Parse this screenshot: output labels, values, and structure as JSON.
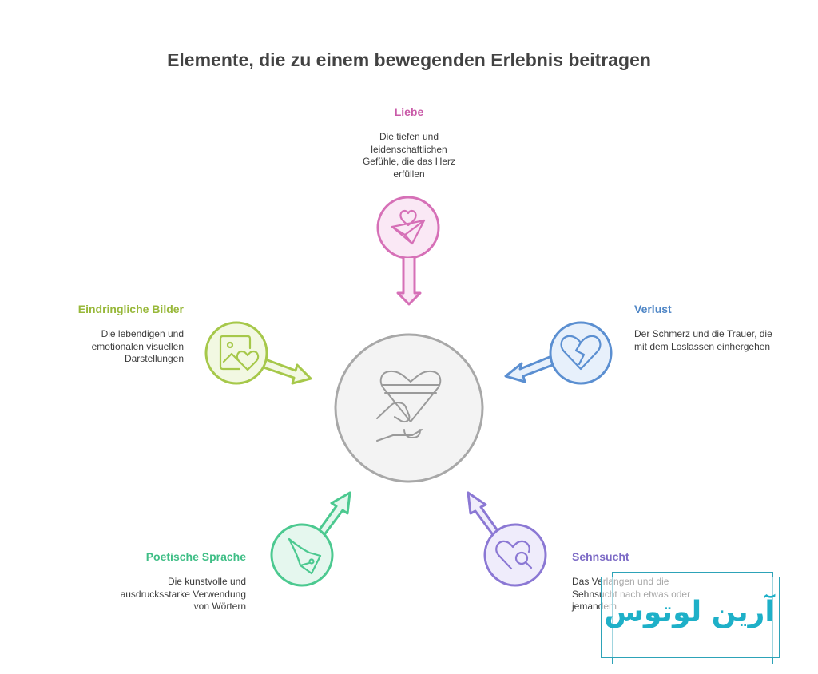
{
  "title": "Elemente, die zu einem bewegenden Erlebnis beitragen",
  "center": {
    "icon": "hand-holding-heart-icon"
  },
  "elements": [
    {
      "key": "liebe",
      "label": "Liebe",
      "description": "Die tiefen und leidenschaftlichen Gefühle, die das Herz erfüllen",
      "color": "#d670b7",
      "icon": "hearts-paper-plane-icon"
    },
    {
      "key": "verlust",
      "label": "Verlust",
      "description": "Der Schmerz und die Trauer, die mit dem Loslassen einhergehen",
      "color": "#5b8fd1",
      "icon": "broken-heart-icon"
    },
    {
      "key": "sehnsucht",
      "label": "Sehnsucht",
      "description": "Das Verlangen und die Sehnsucht nach etwas oder jemandem",
      "color": "#8b78d4",
      "icon": "heart-search-icon"
    },
    {
      "key": "poetisch",
      "label": "Poetische Sprache",
      "description": "Die kunstvolle und ausdrucksstarke Verwendung von Wörtern",
      "color": "#4cc990",
      "icon": "fountain-pen-icon"
    },
    {
      "key": "bilder",
      "label": "Eindringliche Bilder",
      "description": "Die lebendigen und emotionalen visuellen Darstellungen",
      "color": "#a6c84a",
      "icon": "image-heart-icon"
    }
  ],
  "watermark": {
    "text": "آرین لوتوس",
    "color": "#1eb0c8"
  }
}
